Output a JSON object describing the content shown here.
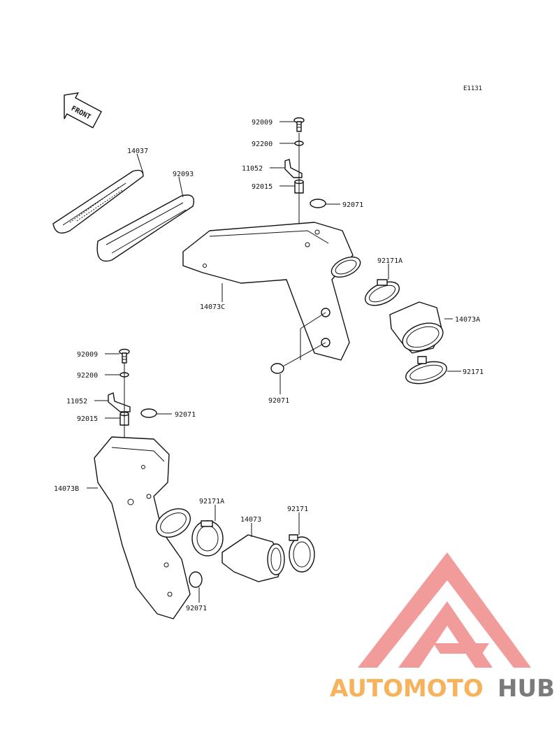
{
  "diagram_code": "E1131",
  "front_label": "FRONT",
  "labels": {
    "top_92009": "92009",
    "top_92200": "92200",
    "top_11052": "11052",
    "top_92015": "92015",
    "top_92071_grommet": "92071",
    "p14037": "14037",
    "p92093": "92093",
    "p14073c": "14073C",
    "top_92171a": "92171A",
    "p14073a": "14073A",
    "top_92171": "92171",
    "mid_92071": "92071",
    "bot_92009": "92009",
    "bot_92200": "92200",
    "bot_11052": "11052",
    "bot_92015": "92015",
    "bot_92071_grommet": "92071",
    "p14073b": "14073B",
    "bot_92171a": "92171A",
    "p14073": "14073",
    "bot_92171": "92171",
    "bot_92071": "92071"
  },
  "watermark": {
    "part1": "AUTOMOTO",
    "part2": "HUB",
    "color_red": "#f08a8a",
    "color_orange": "#f6b35c",
    "color_gray": "#7a7a7a"
  }
}
